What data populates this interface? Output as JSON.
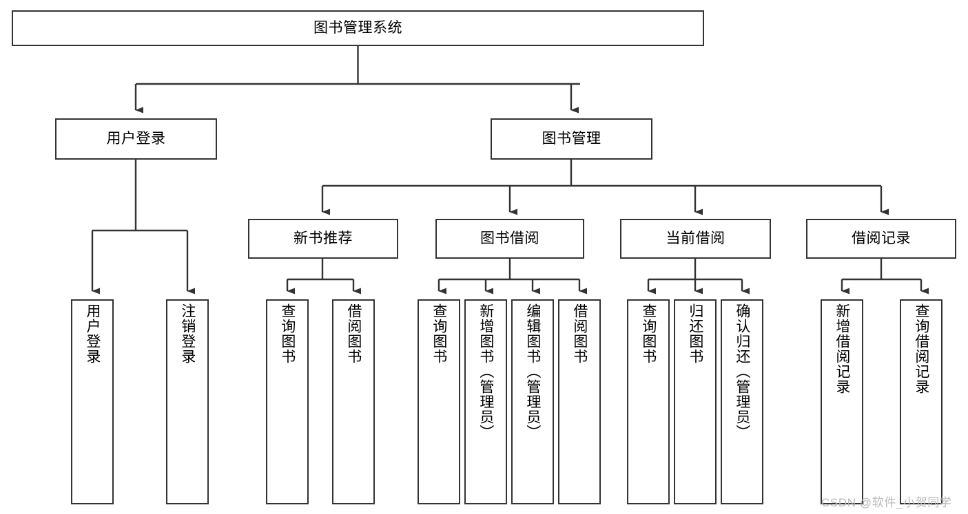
{
  "diagram": {
    "title": "图书管理系统",
    "watermark": "CSDN @软件_小贺同学",
    "colors": {
      "stroke": "#333333",
      "fill": "#ffffff",
      "text": "#000000",
      "watermark": "#b9b9b9"
    },
    "levels": {
      "root": {
        "label": "图书管理系统"
      },
      "level2": [
        {
          "label": "用户登录"
        },
        {
          "label": "图书管理"
        }
      ],
      "level3": [
        {
          "label": "新书推荐"
        },
        {
          "label": "图书借阅"
        },
        {
          "label": "当前借阅"
        },
        {
          "label": "借阅记录"
        }
      ],
      "leaves": [
        {
          "label": "用户登录",
          "parent": "用户登录"
        },
        {
          "label": "注销登录",
          "parent": "用户登录"
        },
        {
          "label": "查询图书",
          "parent": "新书推荐"
        },
        {
          "label": "借阅图书",
          "parent": "新书推荐"
        },
        {
          "label": "查询图书",
          "parent": "图书借阅"
        },
        {
          "label": "新增图书（管理员）",
          "parent": "图书借阅"
        },
        {
          "label": "编辑图书（管理员）",
          "parent": "图书借阅"
        },
        {
          "label": "借阅图书",
          "parent": "图书借阅"
        },
        {
          "label": "查询图书",
          "parent": "当前借阅"
        },
        {
          "label": "归还图书",
          "parent": "当前借阅"
        },
        {
          "label": "确认归还（管理员）",
          "parent": "当前借阅"
        },
        {
          "label": "新增借阅记录",
          "parent": "借阅记录"
        },
        {
          "label": "查询借阅记录",
          "parent": "借阅记录"
        }
      ]
    }
  }
}
